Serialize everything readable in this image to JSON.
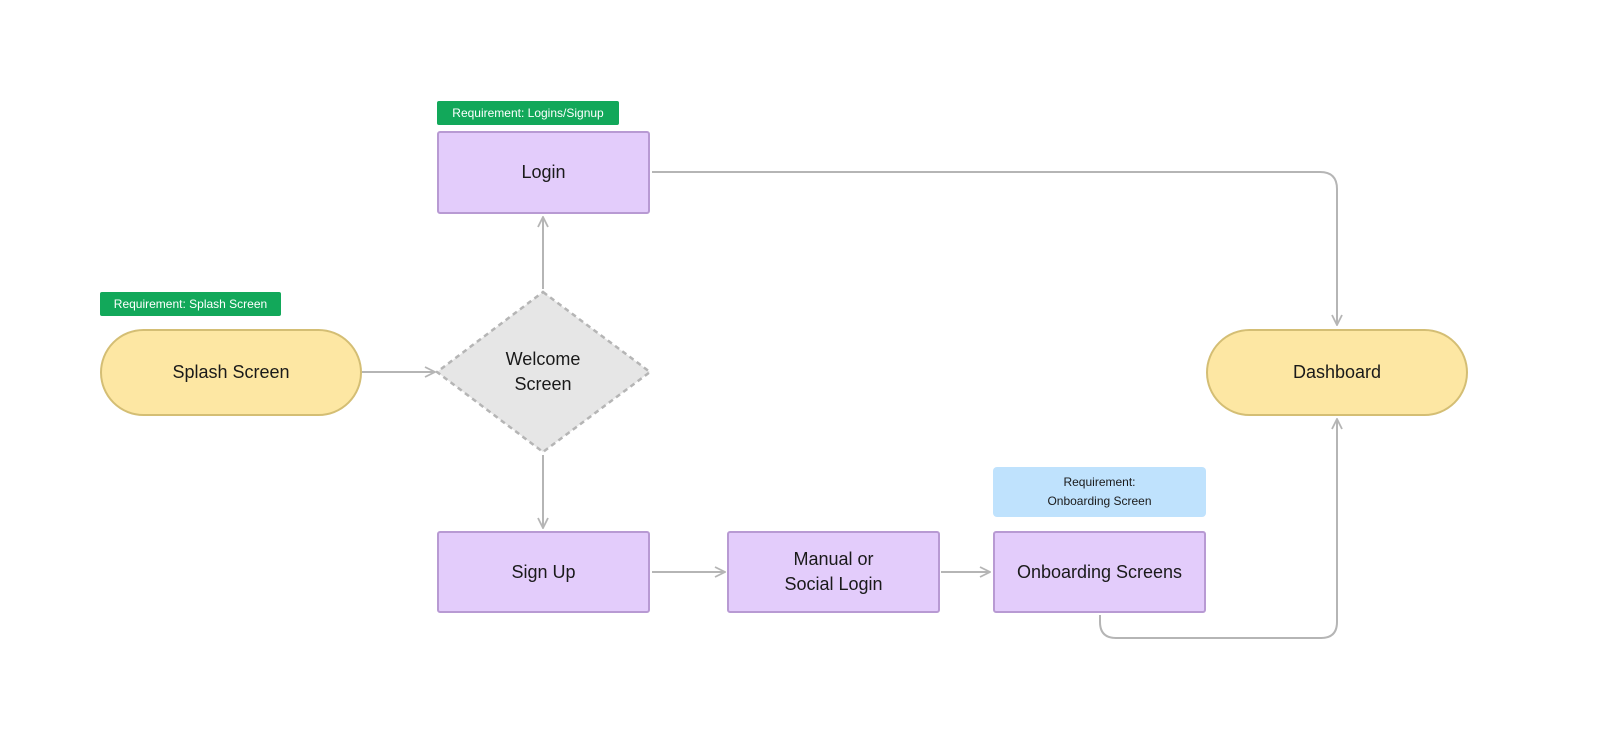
{
  "nodes": {
    "splash": {
      "label": "Splash Screen"
    },
    "welcome": {
      "line1": "Welcome",
      "line2": "Screen"
    },
    "login": {
      "label": "Login"
    },
    "signup": {
      "label": "Sign Up"
    },
    "manual_social": {
      "line1": "Manual or",
      "line2": "Social Login"
    },
    "onboarding": {
      "label": "Onboarding Screens"
    },
    "dashboard": {
      "label": "Dashboard"
    }
  },
  "tags": {
    "splash": "Requirement: Splash Screen",
    "login": "Requirement: Logins/Signup",
    "onboarding_line1": "Requirement:",
    "onboarding_line2": "Onboarding Screen"
  },
  "colors": {
    "process_fill": "#e3ccfb",
    "process_border": "#b89ad3",
    "terminal_fill": "#fde7a3",
    "terminal_border": "#d4be74",
    "decision_fill": "#e6e6e6",
    "decision_border": "#b5b5b5",
    "connector": "#b5b5b5",
    "tag_green": "#12a85a",
    "tag_blue": "#bfe2fd"
  }
}
